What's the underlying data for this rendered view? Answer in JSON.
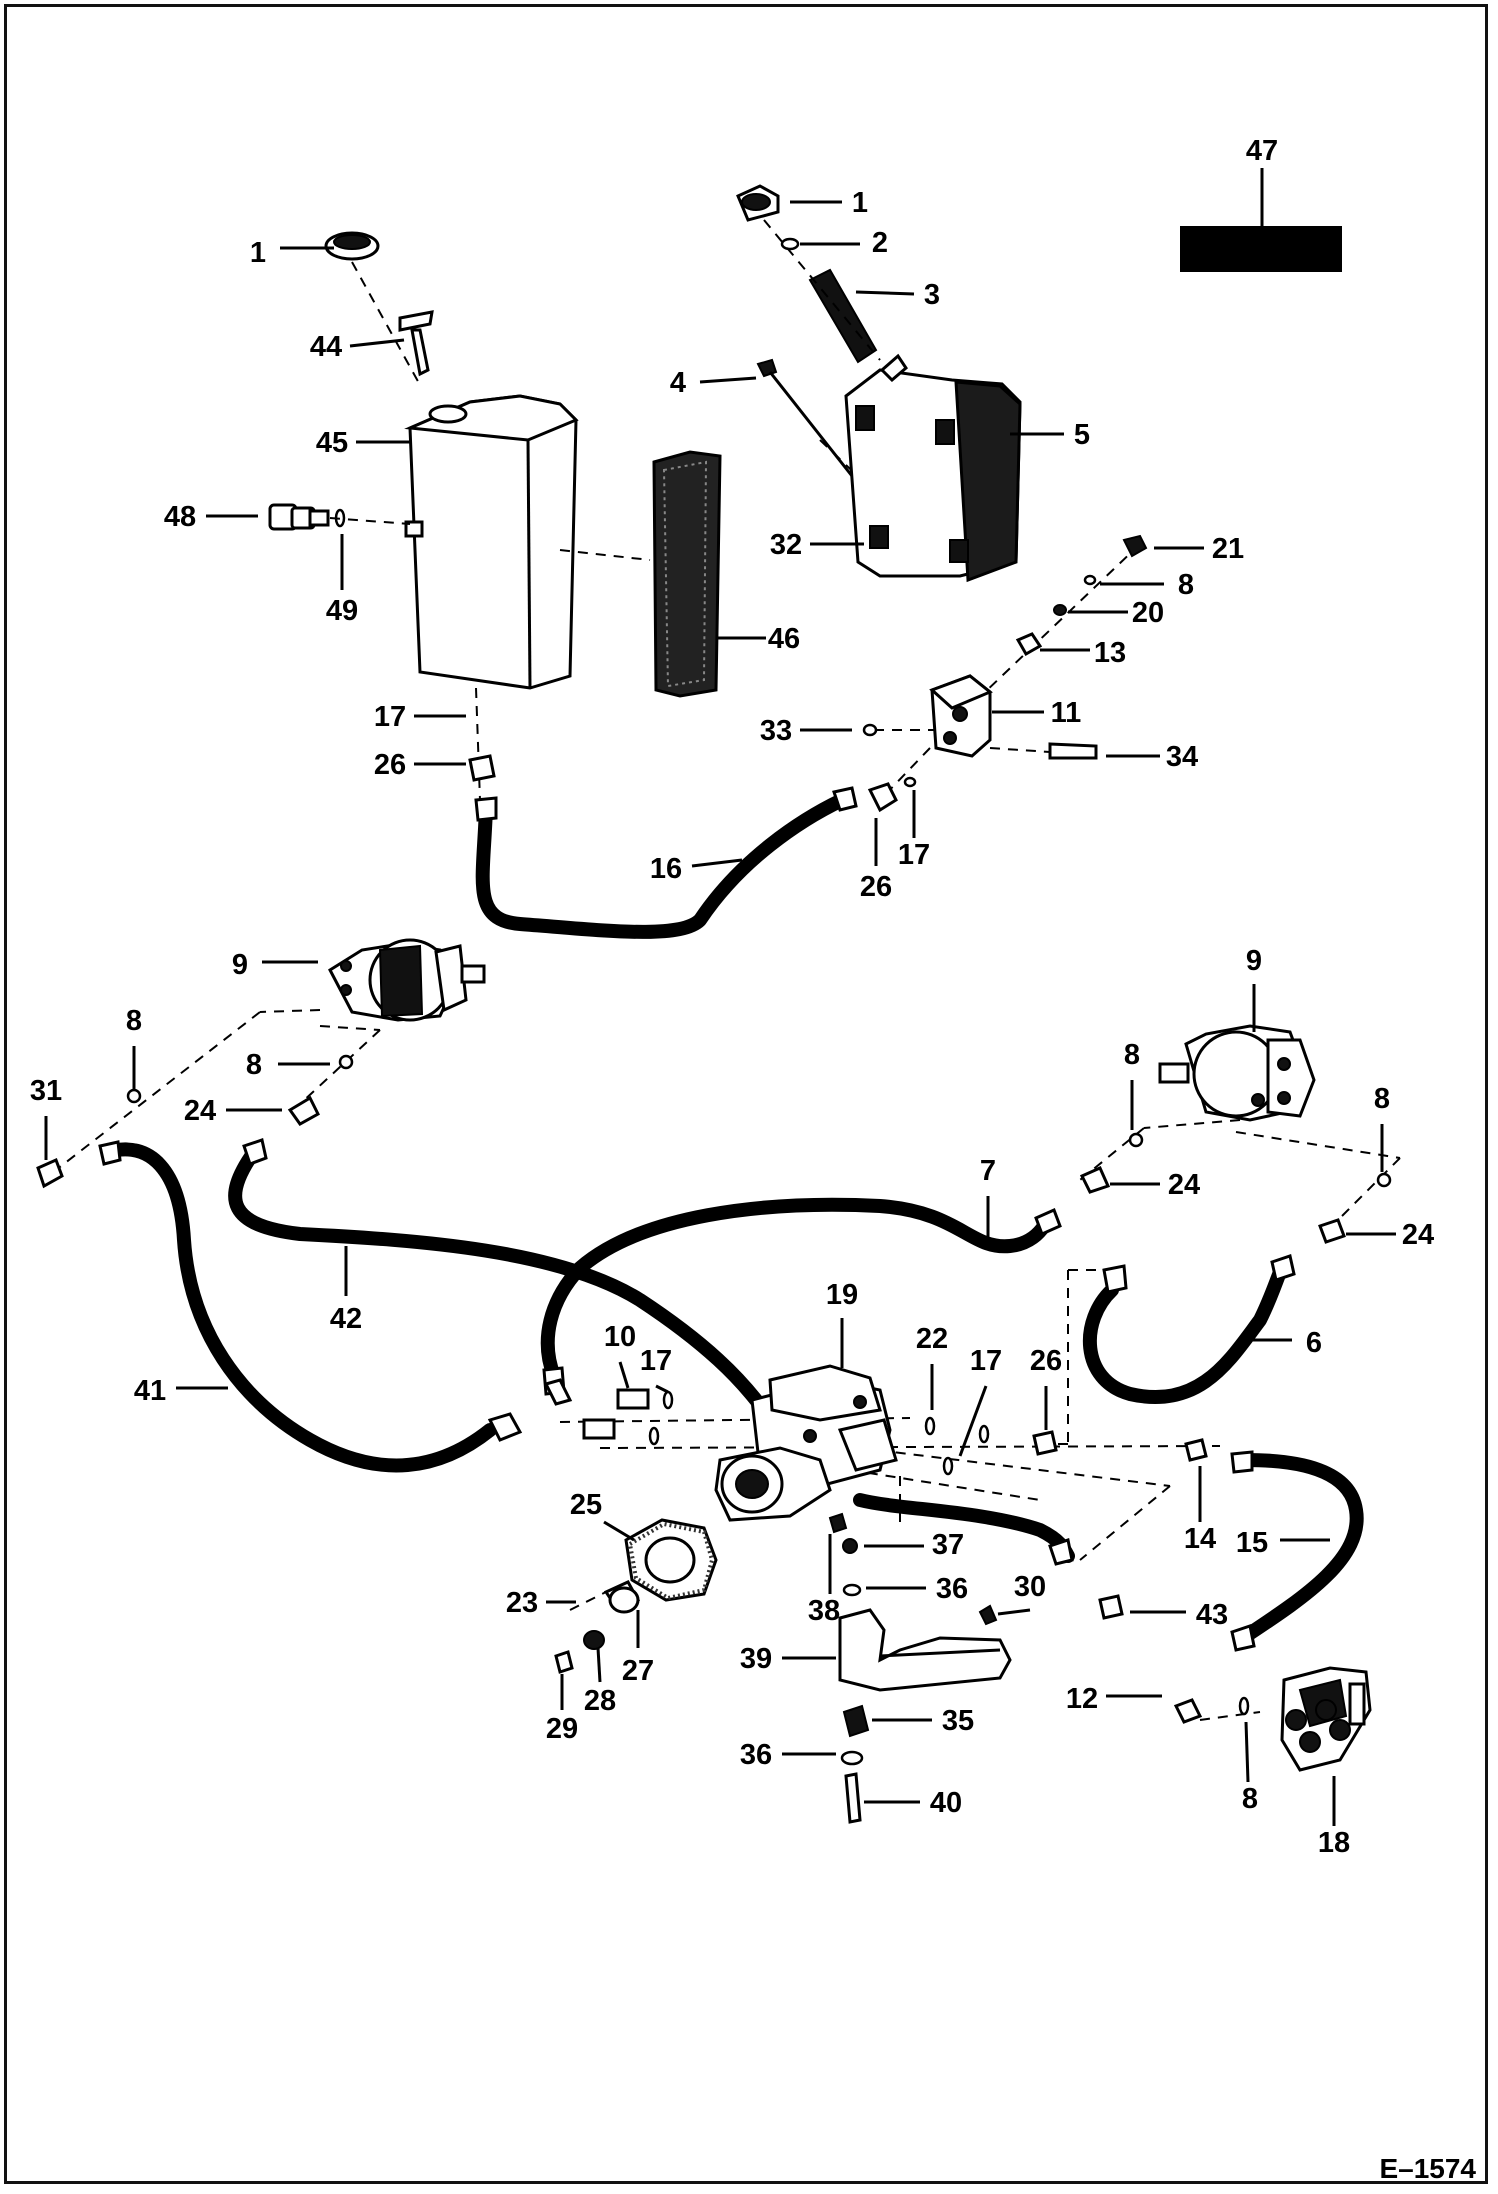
{
  "figure_code": "E–1574",
  "callouts": {
    "c1a": "1",
    "c1b": "1",
    "c2": "2",
    "c3": "3",
    "c4": "4",
    "c5": "5",
    "c6": "6",
    "c7": "7",
    "c8a": "8",
    "c8b": "8",
    "c8c": "8",
    "c8d": "8",
    "c8e": "8",
    "c8f": "8",
    "c9a": "9",
    "c9b": "9",
    "c10": "10",
    "c11": "11",
    "c12": "12",
    "c13": "13",
    "c14": "14",
    "c15": "15",
    "c16": "16",
    "c17a": "17",
    "c17b": "17",
    "c17c": "17",
    "c17d": "17",
    "c18": "18",
    "c19": "19",
    "c20": "20",
    "c21": "21",
    "c22": "22",
    "c23": "23",
    "c24a": "24",
    "c24b": "24",
    "c24c": "24",
    "c25": "25",
    "c26a": "26",
    "c26b": "26",
    "c26c": "26",
    "c27": "27",
    "c28": "28",
    "c29": "29",
    "c30": "30",
    "c31": "31",
    "c32": "32",
    "c33": "33",
    "c34": "34",
    "c35": "35",
    "c36a": "36",
    "c36b": "36",
    "c37": "37",
    "c38": "38",
    "c39": "39",
    "c40": "40",
    "c41": "41",
    "c42": "42",
    "c43": "43",
    "c44": "44",
    "c45": "45",
    "c46": "46",
    "c47": "47",
    "c48": "48",
    "c49": "49"
  }
}
